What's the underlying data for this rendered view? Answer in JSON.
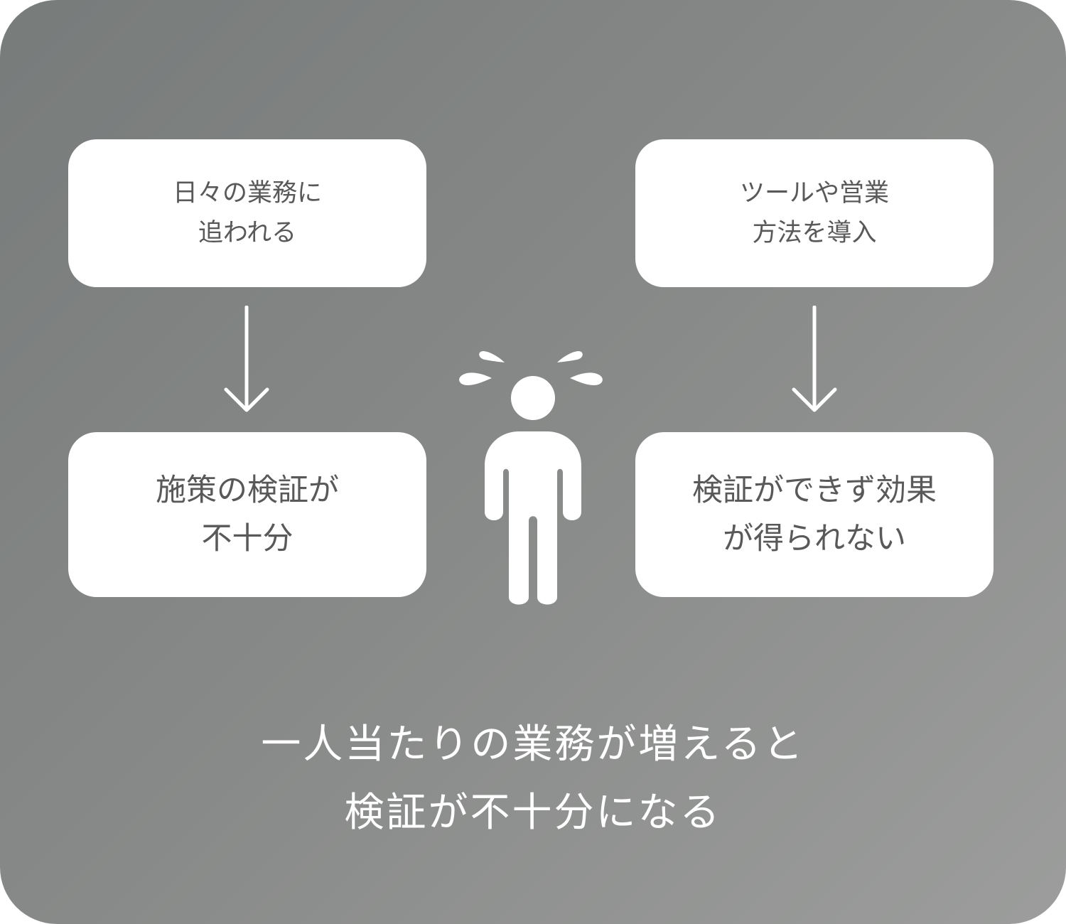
{
  "boxes": {
    "top_left": {
      "line1": "日々の業務に",
      "line2": "追われる"
    },
    "top_right": {
      "line1": "ツールや営業",
      "line2": "方法を導入"
    },
    "bottom_left": {
      "line1": "施策の検証が",
      "line2": "不十分"
    },
    "bottom_right": {
      "line1": "検証ができず効果",
      "line2": "が得られない"
    }
  },
  "caption": {
    "line1": "一人当たりの業務が増えると",
    "line2": "検証が不十分になる"
  },
  "colors": {
    "box_text": "#595959",
    "background_start": "#777b7a",
    "background_end": "#9c9d9c"
  }
}
